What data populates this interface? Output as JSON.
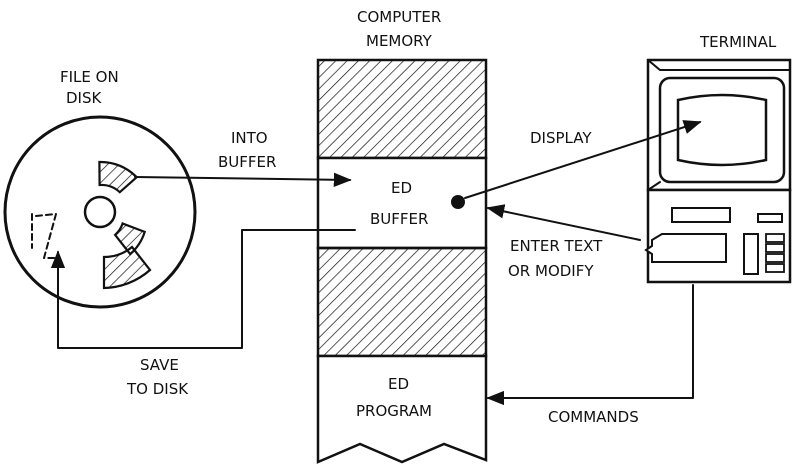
{
  "labels": {
    "file_on_disk": [
      "FILE ON",
      "DISK"
    ],
    "computer_memory": [
      "COMPUTER",
      "MEMORY"
    ],
    "terminal": "TERMINAL",
    "into_buffer": [
      "INTO",
      "BUFFER"
    ],
    "display": "DISPLAY",
    "ed_buffer": [
      "ED",
      "BUFFER"
    ],
    "enter_text": [
      "ENTER TEXT",
      "OR MODIFY"
    ],
    "save_to_disk": [
      "SAVE",
      "TO DISK"
    ],
    "ed_program": [
      "ED",
      "PROGRAM"
    ],
    "commands": "COMMANDS"
  },
  "colors": {
    "ink": "#111111",
    "background": "#ffffff"
  }
}
